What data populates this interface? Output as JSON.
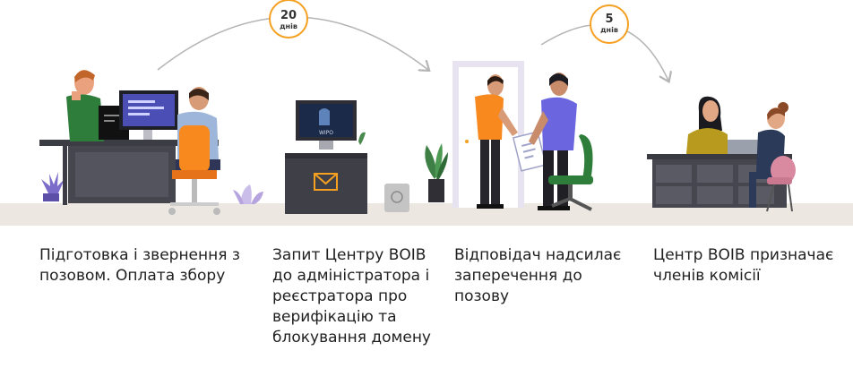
{
  "steps": [
    {
      "text": "Підготовка і звернення з позовом. Оплата збору"
    },
    {
      "text": "Запит Центру ВОІВ до адміністратора і реєстратора про верифікацію та блокування домену"
    },
    {
      "text": "Відповідач надсилає заперечення до позову"
    },
    {
      "text": "Центр ВОІВ призначає членів комісії"
    }
  ],
  "badges": [
    {
      "number": "20",
      "unit": "днів"
    },
    {
      "number": "5",
      "unit": "днів"
    }
  ],
  "monitor_logo": "WIPO",
  "colors": {
    "accent": "#f5a020",
    "orange_shirt": "#f7891e",
    "floor": "#ede7e1",
    "desk_dark": "#46464e"
  }
}
